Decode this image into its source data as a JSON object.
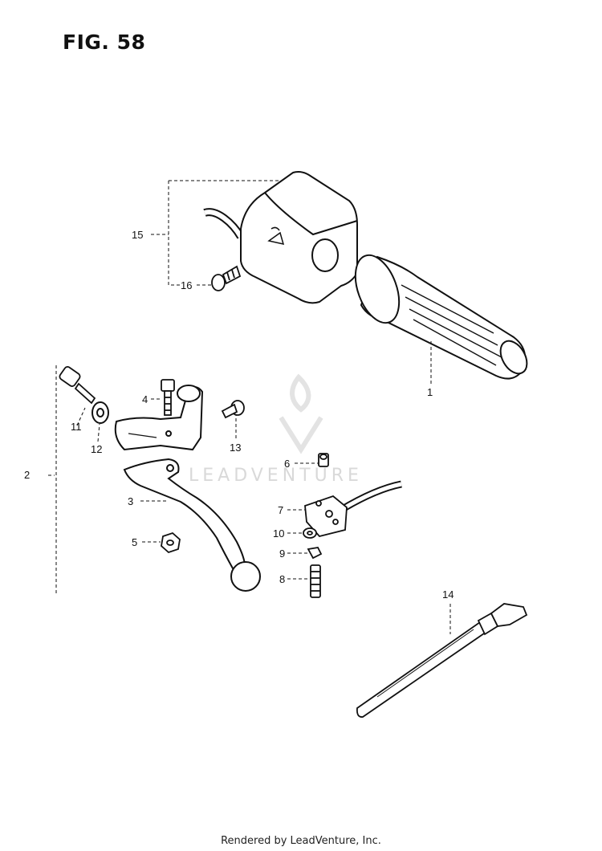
{
  "figure": {
    "title": "FIG. 58"
  },
  "footer": {
    "text": "Rendered by LeadVenture, Inc."
  },
  "watermark": {
    "text": "LEADVENTURE"
  },
  "callouts": [
    {
      "id": "c1",
      "label": "1"
    },
    {
      "id": "c2",
      "label": "2"
    },
    {
      "id": "c3",
      "label": "3"
    },
    {
      "id": "c4",
      "label": "4"
    },
    {
      "id": "c5",
      "label": "5"
    },
    {
      "id": "c6",
      "label": "6"
    },
    {
      "id": "c7",
      "label": "7"
    },
    {
      "id": "c8",
      "label": "8"
    },
    {
      "id": "c9",
      "label": "9"
    },
    {
      "id": "c10",
      "label": "10"
    },
    {
      "id": "c11",
      "label": "11"
    },
    {
      "id": "c12",
      "label": "12"
    },
    {
      "id": "c13",
      "label": "13"
    },
    {
      "id": "c14",
      "label": "14"
    },
    {
      "id": "c15",
      "label": "15"
    },
    {
      "id": "c16",
      "label": "16"
    }
  ]
}
